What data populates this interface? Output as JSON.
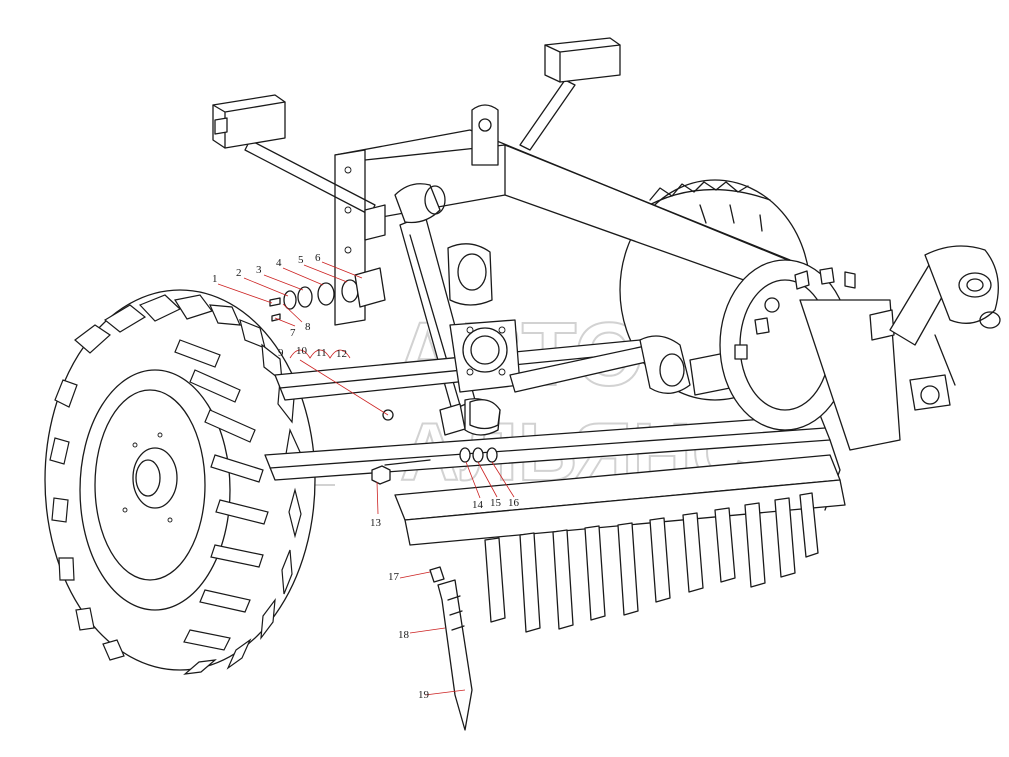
{
  "watermark": {
    "line1": "АВТО",
    "line2": "АЛЬЯНС"
  },
  "callouts": [
    "1",
    "2",
    "3",
    "4",
    "5",
    "6",
    "7",
    "8",
    "9",
    "10",
    "11",
    "12",
    "13",
    "14",
    "15",
    "16",
    "17",
    "18",
    "19"
  ],
  "colors": {
    "line": "#1a1a1a",
    "leader": "#cc2222",
    "watermark": "#d2d2d2"
  }
}
